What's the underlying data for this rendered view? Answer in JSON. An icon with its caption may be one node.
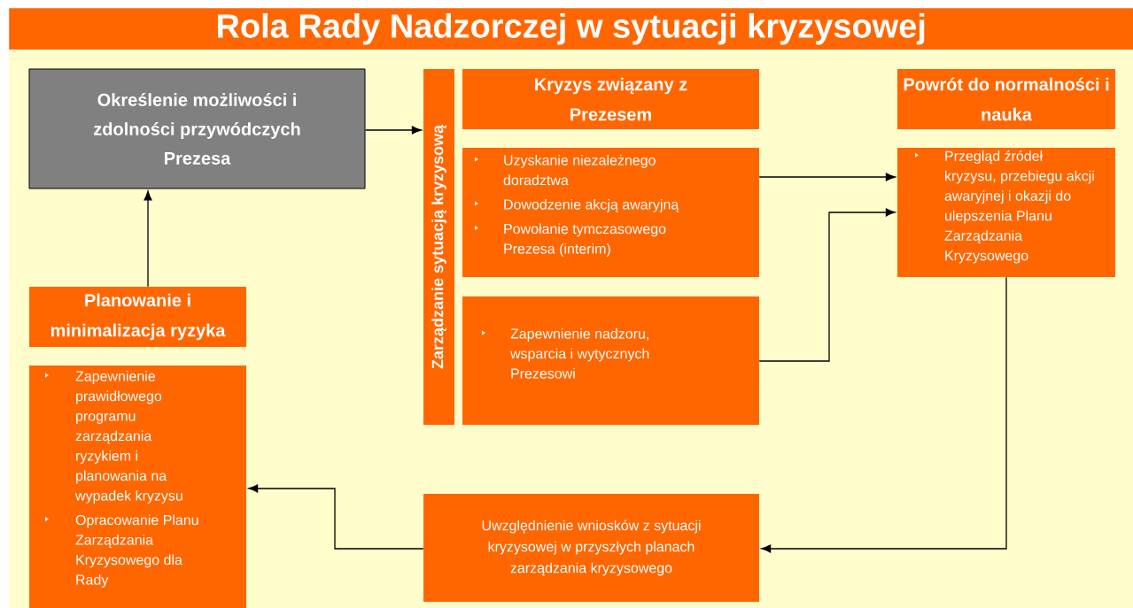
{
  "diagram": {
    "title": "Rola Rady Nadzorczej w sytuacji kryzysowej",
    "nodes": [
      {
        "text": [
          "Określenie możliwości i zdolności przywódczych Prezesa"
        ]
      },
      {
        "text": [
          "Planowanie i minimalizacja ryzyka"
        ]
      },
      {
        "text": [
          "Zapewnienie prawidłowego programu zarządzania ryzykiem i planowania na wypadek kryzysu",
          "Opracowanie Planu Zarządzania Kryzysowego dla Rady"
        ]
      },
      {
        "text": [
          "Zarządzanie sytuacją kryzysową"
        ]
      },
      {
        "text": [
          "Kryzys związany z Prezesem"
        ]
      },
      {
        "text": [
          "Uzyskanie niezależnego doradztwa",
          "Dowodzenie akcją awaryjną",
          "Powołanie tymczasowego Prezesa (interim)"
        ]
      },
      {
        "text": [
          "Zapewnienie nadzoru, wsparcia i wytycznych Prezesowi"
        ]
      },
      {
        "text": [
          "Powrót do normalności i nauka"
        ]
      },
      {
        "text": [
          "Przegląd źródeł kryzysu, przebiegu akcji awaryjnej i okazji do ulepszenia Planu Zarządzania Kryzysowego"
        ]
      },
      {
        "text": [
          "Uwzględnienie wniosków z sytuacji kryzysowej w przyszłych planach zarządzania kryzysowego"
        ]
      }
    ],
    "edges": [
      {
        "from": 1,
        "to": 0,
        "arrow": "to"
      },
      {
        "from": 0,
        "to": 3,
        "arrow": "to"
      },
      {
        "from": 5,
        "to": 8,
        "arrow": "to"
      },
      {
        "from": 6,
        "to": 8,
        "arrow": "to"
      },
      {
        "from": 8,
        "to": 9,
        "arrow": "to"
      },
      {
        "from": 9,
        "to": 2,
        "arrow": "to"
      }
    ]
  }
}
